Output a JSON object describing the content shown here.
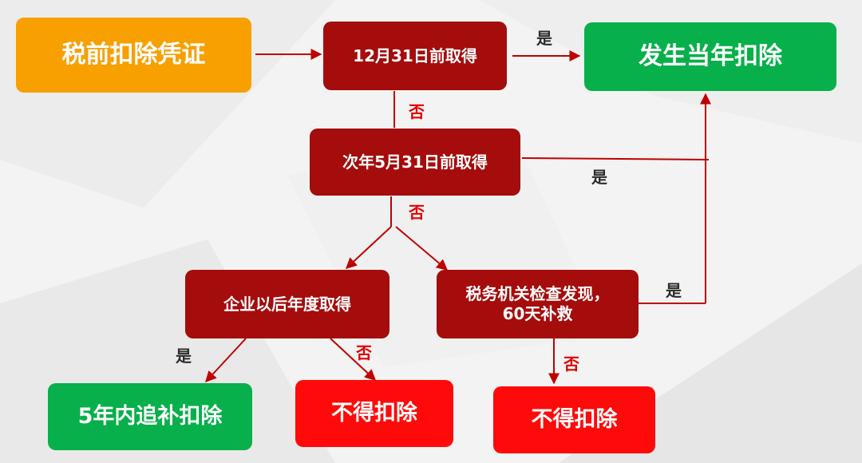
{
  "nodes": {
    "voucher": "税前扣除凭证",
    "dec31": "12月31日前取得",
    "current_year": "发生当年扣除",
    "may31": "次年5月31日前取得",
    "later_year": "企业以后年度取得",
    "tax_audit_line1": "税务机关检查发现，",
    "tax_audit_line2": "60天补救",
    "five_year": "5年内追补扣除",
    "no_deduct_1": "不得扣除",
    "no_deduct_2": "不得扣除"
  },
  "labels": {
    "yes": "是",
    "no": "否"
  },
  "colors": {
    "orange": "#f7a000",
    "green": "#07b04a",
    "dark_red": "#a50c0c",
    "red": "#ff0a0a",
    "arrow": "#c00000"
  }
}
